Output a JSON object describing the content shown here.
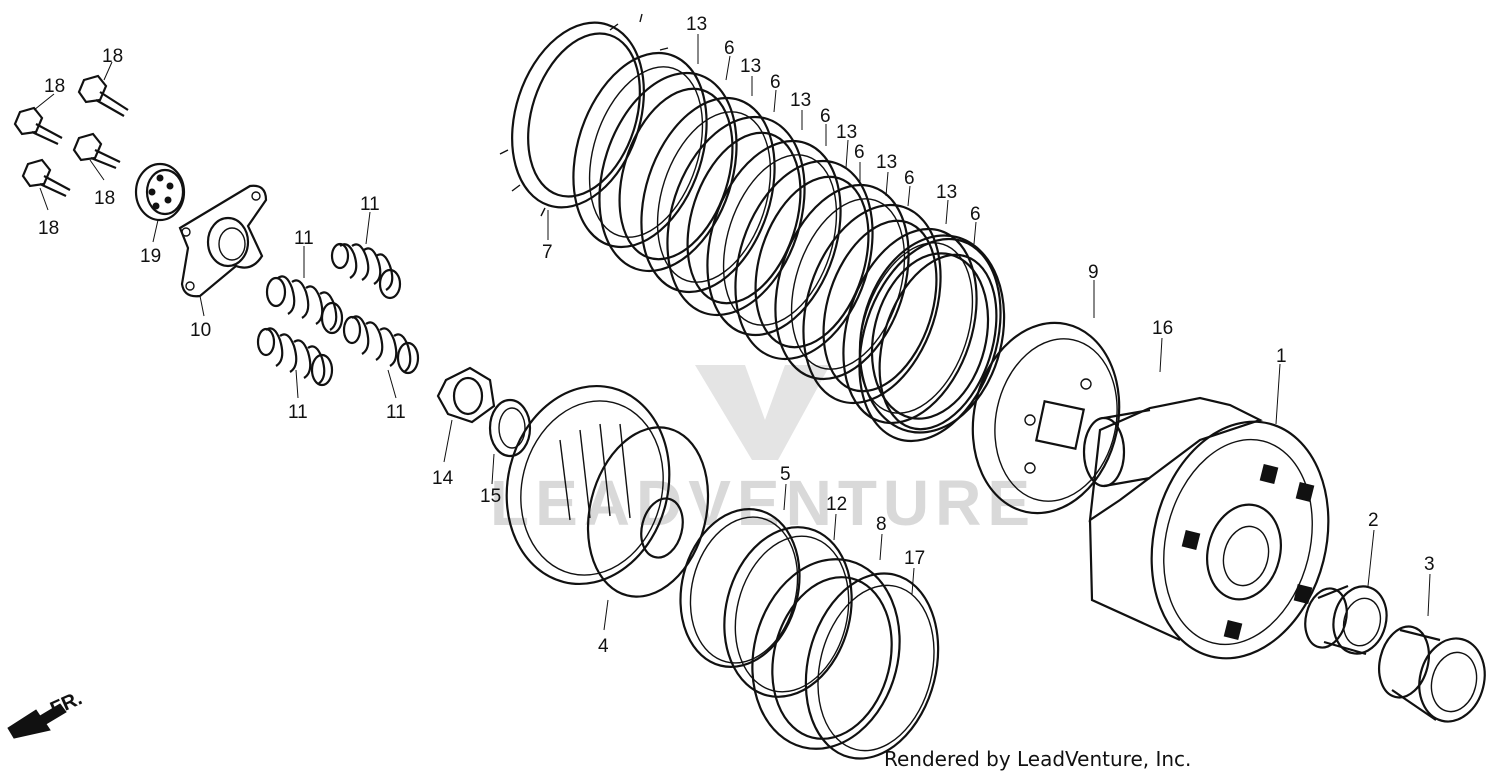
{
  "diagram": {
    "credit": "Rendered by LeadVenture, Inc.",
    "direction_label": "FR.",
    "watermark": "LEADVENTURE",
    "callouts": [
      {
        "id": "c18a",
        "text": "18"
      },
      {
        "id": "c18b",
        "text": "18"
      },
      {
        "id": "c18c",
        "text": "18"
      },
      {
        "id": "c18d",
        "text": "18"
      },
      {
        "id": "c19",
        "text": "19"
      },
      {
        "id": "c10",
        "text": "10"
      },
      {
        "id": "c11a",
        "text": "11"
      },
      {
        "id": "c11b",
        "text": "11"
      },
      {
        "id": "c11c",
        "text": "11"
      },
      {
        "id": "c11d",
        "text": "11"
      },
      {
        "id": "c7",
        "text": "7"
      },
      {
        "id": "c13a",
        "text": "13"
      },
      {
        "id": "c6a",
        "text": "6"
      },
      {
        "id": "c13b",
        "text": "13"
      },
      {
        "id": "c6b",
        "text": "6"
      },
      {
        "id": "c13c",
        "text": "13"
      },
      {
        "id": "c6c",
        "text": "6"
      },
      {
        "id": "c13d",
        "text": "13"
      },
      {
        "id": "c6d",
        "text": "6"
      },
      {
        "id": "c13e",
        "text": "13"
      },
      {
        "id": "c6e",
        "text": "6"
      },
      {
        "id": "c13f",
        "text": "13"
      },
      {
        "id": "c6f",
        "text": "6"
      },
      {
        "id": "c9",
        "text": "9"
      },
      {
        "id": "c16",
        "text": "16"
      },
      {
        "id": "c1",
        "text": "1"
      },
      {
        "id": "c14",
        "text": "14"
      },
      {
        "id": "c15",
        "text": "15"
      },
      {
        "id": "c4",
        "text": "4"
      },
      {
        "id": "c5",
        "text": "5"
      },
      {
        "id": "c12",
        "text": "12"
      },
      {
        "id": "c8",
        "text": "8"
      },
      {
        "id": "c17",
        "text": "17"
      },
      {
        "id": "c2",
        "text": "2"
      },
      {
        "id": "c3",
        "text": "3"
      }
    ]
  }
}
